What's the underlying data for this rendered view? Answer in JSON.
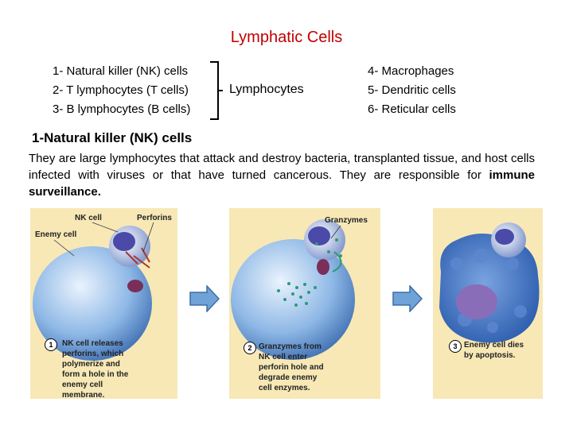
{
  "title": "Lymphatic Cells",
  "left_list": [
    "1- Natural killer (NK) cells",
    "2- T lymphocytes (T cells)",
    "3- B lymphocytes (B cells)"
  ],
  "bracket_label": "Lymphocytes",
  "right_list": [
    "4- Macrophages",
    "5- Dendritic cells",
    "6- Reticular cells"
  ],
  "section_heading": "1-Natural killer (NK) cells",
  "paragraph": {
    "text": "They are large lymphocytes that attack and destroy bacteria, transplanted tissue, and host cells infected with viruses or that have turned cancerous. They are responsible for ",
    "bold": "immune surveillance."
  },
  "panels": [
    {
      "labels": {
        "nk_cell": "NK cell",
        "perforins": "Perforins",
        "enemy_cell": "Enemy cell"
      },
      "step": "1",
      "caption": [
        "NK cell releases",
        "perforins, which",
        "polymerize and",
        "form a hole in the",
        "enemy cell",
        "membrane."
      ]
    },
    {
      "labels": {
        "granzymes": "Granzymes"
      },
      "step": "2",
      "caption": [
        "Granzymes from",
        "NK cell enter",
        "perforin hole and",
        "degrade enemy",
        "cell enzymes."
      ]
    },
    {
      "labels": {},
      "step": "3",
      "caption": [
        "Enemy cell dies",
        "by apoptosis."
      ]
    }
  ],
  "colors": {
    "title": "#c00000",
    "panel_bg": "#f7e8b6",
    "arrow_fill": "#6fa2d6"
  }
}
